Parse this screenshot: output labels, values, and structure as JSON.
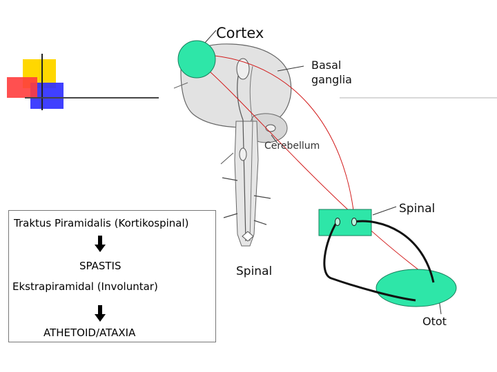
{
  "labels": {
    "cortex": "Cortex",
    "basal_line1": "Basal",
    "basal_line2": "ganglia",
    "cerebellum": "Cerebellum",
    "spinal_right": "Spinal",
    "spinal_center": "Spinal",
    "otot": "Otot"
  },
  "info_box": {
    "line1": "Traktus Piramidalis (Kortikospinal)",
    "line2": "SPASTIS",
    "line3": "Ekstrapiramidal (Involuntar)",
    "line4": "ATHETOID/ATAXIA"
  },
  "icons": {
    "down_arrow": "down-arrow-icon"
  },
  "colors": {
    "node_fill": "#2ee6a8",
    "pathway_red": "#d21a1a",
    "brain_gray": "#dcdcdc",
    "deco_yellow": "#ffd700",
    "deco_red": "#ff3a3a",
    "deco_blue": "#2a2aff"
  }
}
